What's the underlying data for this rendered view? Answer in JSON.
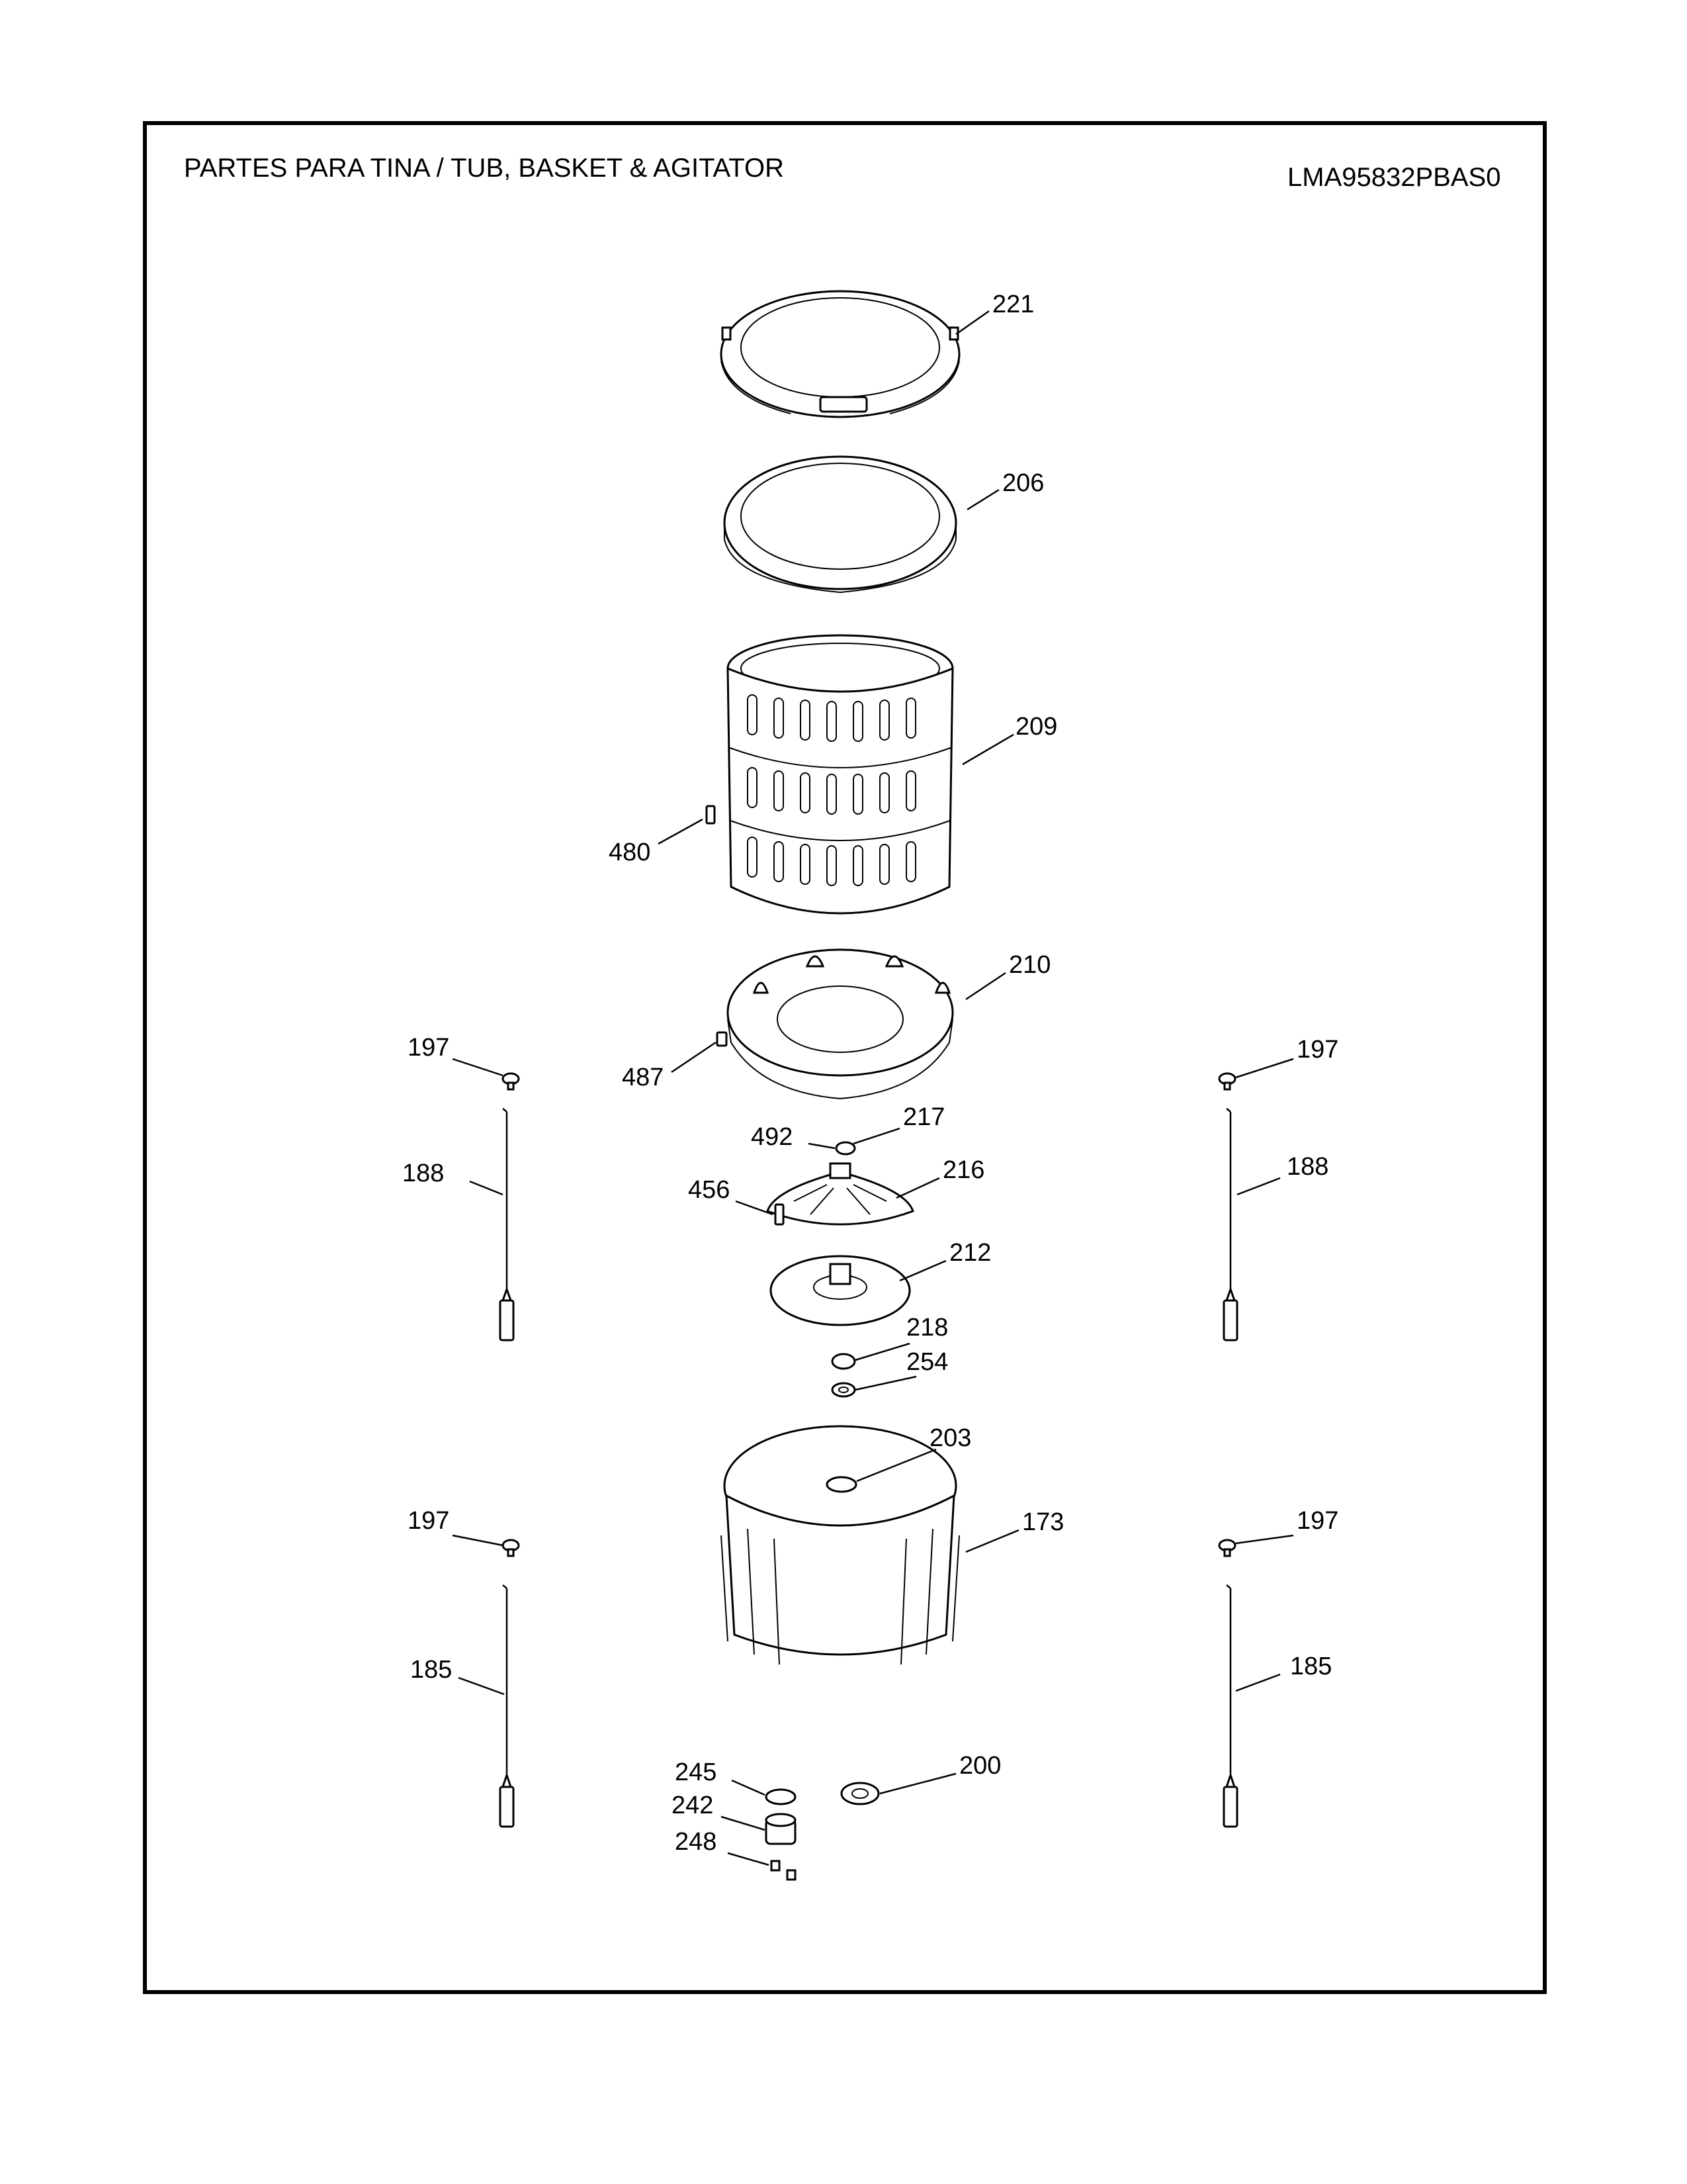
{
  "header": {
    "title": "PARTES PARA TINA  /  TUB, BASKET & AGITATOR",
    "model": "LMA95832PBAS0"
  },
  "callouts": {
    "c221": "221",
    "c206": "206",
    "c209": "209",
    "c480": "480",
    "c210": "210",
    "c487": "487",
    "c197_tl": "197",
    "c197_tr": "197",
    "c188_l": "188",
    "c188_r": "188",
    "c492": "492",
    "c217": "217",
    "c456": "456",
    "c216": "216",
    "c212": "212",
    "c218": "218",
    "c254": "254",
    "c203": "203",
    "c173": "173",
    "c197_bl": "197",
    "c197_br": "197",
    "c185_l": "185",
    "c185_r": "185",
    "c245": "245",
    "c200": "200",
    "c242": "242",
    "c248": "248"
  }
}
